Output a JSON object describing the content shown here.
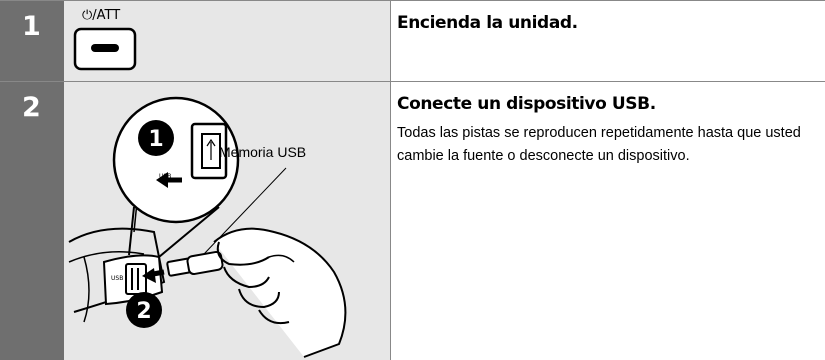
{
  "steps": [
    {
      "number": "1",
      "att_label": "⏻/ATT",
      "heading": "Encienda la unidad.",
      "body": ""
    },
    {
      "number": "2",
      "callout_label": "Memoria USB",
      "usb_port_label": "USB",
      "marker_1": "1",
      "marker_2": "2",
      "heading": "Conecte un dispositivo USB.",
      "body": "Todas las pistas se reproducen repetidamente hasta que usted cambie la fuente o desconecte un dispositivo."
    }
  ],
  "colors": {
    "number_band": "#6f6f6f",
    "illustration_bg": "#e7e7e7",
    "rule": "#888888"
  }
}
